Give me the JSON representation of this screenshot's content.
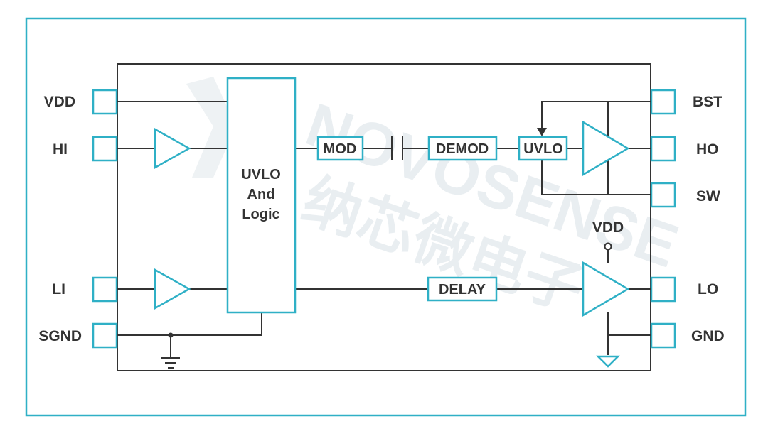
{
  "colors": {
    "accent": "#2fb0c6",
    "line": "#333333",
    "watermark": "#e9eef1"
  },
  "watermark": {
    "latin": "NOVOSENSE",
    "chinese": "纳芯微电子",
    "logo": "novosense-logo"
  },
  "pins": {
    "vdd": "VDD",
    "hi": "HI",
    "li": "LI",
    "sgnd": "SGND",
    "bst": "BST",
    "ho": "HO",
    "sw": "SW",
    "lo": "LO",
    "gnd": "GND"
  },
  "blocks": {
    "logic_line1": "UVLO",
    "logic_line2": "And",
    "logic_line3": "Logic",
    "mod": "MOD",
    "demod": "DEMOD",
    "uvlo": "UVLO",
    "delay": "DELAY"
  },
  "supply_label": "VDD"
}
